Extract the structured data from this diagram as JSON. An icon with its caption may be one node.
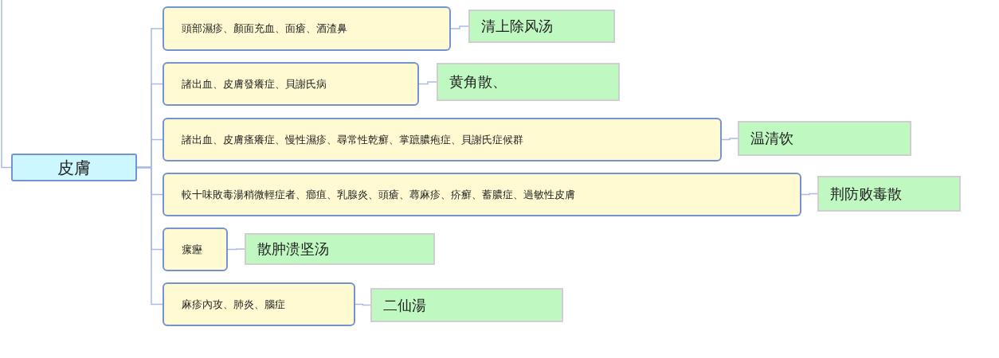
{
  "diagram": {
    "nodes": [
      {
        "text": [
          "皮膚"
        ]
      },
      {
        "text": [
          "頭部濕疹、顏面充血、面瘡、酒渣鼻"
        ]
      },
      {
        "text": [
          "清上除风汤"
        ]
      },
      {
        "text": [
          "諸出血、皮膚發癢症、貝謝氏病"
        ]
      },
      {
        "text": [
          "黄角散、"
        ]
      },
      {
        "text": [
          "諸出血、皮膚瘙癢症、慢性濕疹、尋常性乾癬、掌蹠膿疱症、貝謝氏症候群"
        ]
      },
      {
        "text": [
          "温清饮"
        ]
      },
      {
        "text": [
          "較十味敗毒湯稍微輕症者、癤疽、乳腺炎、頭瘡、蕁麻疹、疥癬、蓄膿症、過敏性皮膚"
        ]
      },
      {
        "text": [
          "荆防败毒散"
        ]
      },
      {
        "text": [
          "瘰癧"
        ]
      },
      {
        "text": [
          "散肿溃坚汤"
        ]
      },
      {
        "text": [
          "麻疹內攻、肺炎、腦症"
        ]
      },
      {
        "text": [
          "二仙湯"
        ]
      }
    ],
    "edges": [
      {
        "from": null,
        "to": 0,
        "arrow": "none"
      },
      {
        "from": 0,
        "to": 1,
        "arrow": "none"
      },
      {
        "from": 0,
        "to": 3,
        "arrow": "none"
      },
      {
        "from": 0,
        "to": 5,
        "arrow": "none"
      },
      {
        "from": 0,
        "to": 7,
        "arrow": "none"
      },
      {
        "from": 0,
        "to": 9,
        "arrow": "none"
      },
      {
        "from": 0,
        "to": 11,
        "arrow": "none"
      },
      {
        "from": 1,
        "to": 2,
        "arrow": "none"
      },
      {
        "from": 3,
        "to": 4,
        "arrow": "none"
      },
      {
        "from": 5,
        "to": 6,
        "arrow": "none"
      },
      {
        "from": 7,
        "to": 8,
        "arrow": "none"
      },
      {
        "from": 9,
        "to": 10,
        "arrow": "none"
      },
      {
        "from": 11,
        "to": 12,
        "arrow": "none"
      }
    ]
  }
}
